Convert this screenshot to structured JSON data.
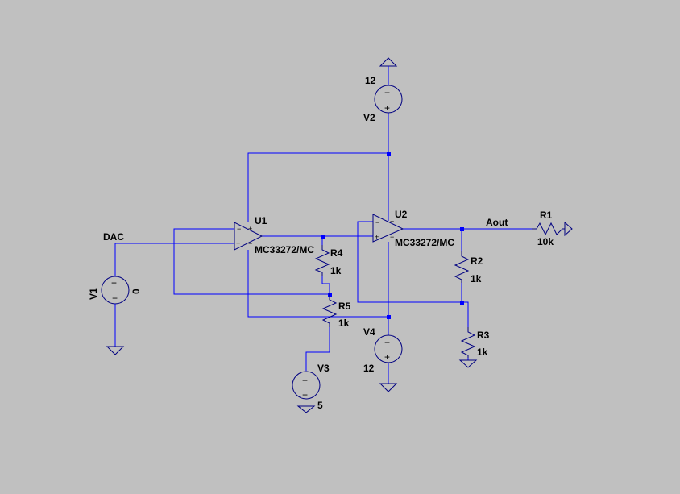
{
  "colors": {
    "background": "#c0c0c0",
    "wire": "#0000ff",
    "component": "#000080",
    "text": "#000000"
  },
  "components": {
    "u1": {
      "ref": "U1",
      "model": "MC33272/MC"
    },
    "u2": {
      "ref": "U2",
      "model": "MC33272/MC"
    },
    "v1": {
      "ref": "V1",
      "value": "0"
    },
    "v2": {
      "ref": "V2",
      "value": "12"
    },
    "v3": {
      "ref": "V3",
      "value": "5"
    },
    "v4": {
      "ref": "V4",
      "value": "12"
    },
    "r1": {
      "ref": "R1",
      "value": "10k"
    },
    "r2": {
      "ref": "R2",
      "value": "1k"
    },
    "r3": {
      "ref": "R3",
      "value": "1k"
    },
    "r4": {
      "ref": "R4",
      "value": "1k"
    },
    "r5": {
      "ref": "R5",
      "value": "1k"
    }
  },
  "nets": {
    "dac": "DAC",
    "aout": "Aout"
  }
}
